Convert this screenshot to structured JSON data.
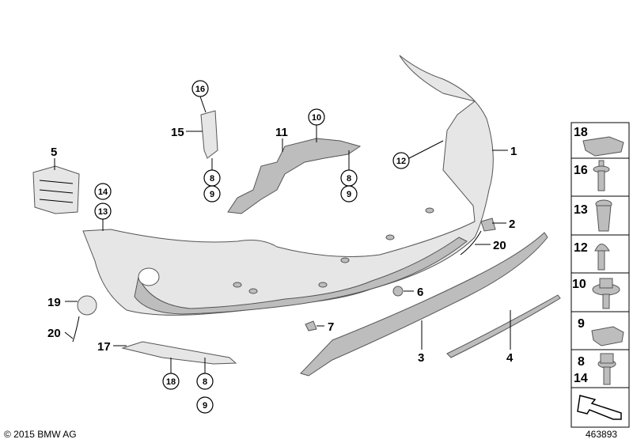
{
  "callouts": {
    "c1": "1",
    "c2": "2",
    "c3": "3",
    "c4": "4",
    "c5": "5",
    "c6": "6",
    "c7": "7",
    "c8a": "8",
    "c8b": "8",
    "c8c": "8",
    "c9a": "9",
    "c9b": "9",
    "c9c": "9",
    "c10": "10",
    "c11": "11",
    "c12": "12",
    "c13": "13",
    "c14": "14",
    "c15": "15",
    "c16": "16",
    "c17": "17",
    "c18": "18",
    "c19": "19",
    "c20a": "20",
    "c20b": "20"
  },
  "legend": [
    {
      "labels": [
        "18"
      ],
      "icon": "clip-nut-icon"
    },
    {
      "labels": [
        "16"
      ],
      "icon": "screw-stud-icon"
    },
    {
      "labels": [
        "13"
      ],
      "icon": "expanding-nut-icon"
    },
    {
      "labels": [
        "12"
      ],
      "icon": "pan-head-screw-icon"
    },
    {
      "labels": [
        "10"
      ],
      "icon": "hex-flange-bolt-icon"
    },
    {
      "labels": [
        "9"
      ],
      "icon": "clip-nut-icon"
    },
    {
      "labels": [
        "8",
        "14"
      ],
      "icon": "hex-bolt-icon"
    },
    {
      "labels": [],
      "icon": "direction-arrow-icon"
    }
  ],
  "footer": {
    "copyright": "© 2015 BMW AG",
    "diagram_number": "463893"
  }
}
